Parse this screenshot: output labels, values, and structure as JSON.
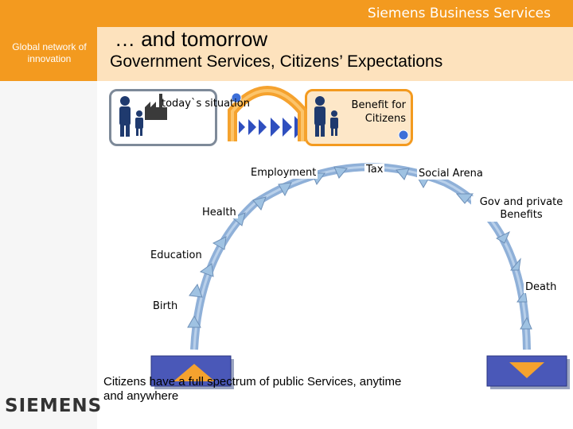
{
  "brand": {
    "title": "Siemens Business Services",
    "logo": "SIEMENS"
  },
  "sidebar": {
    "label": "Global network of innovation"
  },
  "header": {
    "headline": "… and tomorrow",
    "subheadline": "Government Services, Citizens’ Expectations"
  },
  "boxes": {
    "today": "today`s situation",
    "benefit": "Benefit for Citizens"
  },
  "stages": {
    "employment": "Employment",
    "tax": "Tax",
    "social_arena": "Social Arena",
    "health": "Health",
    "gov_benefits": "Gov and private Benefits",
    "education": "Education",
    "death": "Death",
    "birth": "Birth"
  },
  "caption": "Citizens have a full spectrum of public Services, anytime and anywhere",
  "colors": {
    "accent": "#f39a1f",
    "arc": "#8fb0d8",
    "arrowhead": "#9fc2e2",
    "box_fill": "#4a58b8"
  },
  "icons": [
    "person-icon",
    "factory-icon",
    "gate-arch-icon",
    "arrow-chevron-icon"
  ]
}
